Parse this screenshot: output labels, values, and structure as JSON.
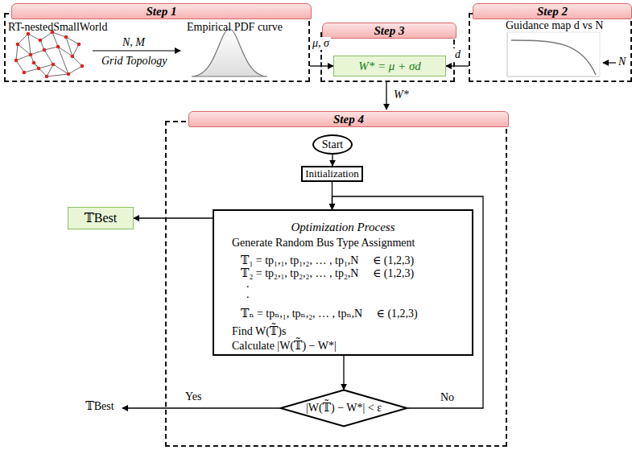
{
  "diagram": {
    "nodes": [
      {
        "text": [
          "Step 1"
        ]
      },
      {
        "text": [
          "Step 3"
        ]
      },
      {
        "text": [
          "W* = μ + σd"
        ],
        "in": 1
      },
      {
        "text": [
          "Step 2"
        ]
      },
      {
        "text": [
          "Step 4"
        ]
      },
      {
        "text": [
          "Start"
        ],
        "in": 4
      },
      {
        "text": [
          "Initialization"
        ],
        "in": 4
      },
      {
        "text": [
          "Optimization Process",
          "Generate Random Bus Type Assignment",
          "𝕋₁ = tp₁,₁, tp₁,₂, … , tp₁,N     ∈ (1,2,3)",
          "𝕋₂ = tp₂,₁, tp₂,₂, … , tp₂,N     ∈ (1,2,3)",
          ".",
          ".",
          "𝕋ₙ = tpₙ,₁, tpₙ,₂, … , tpₙ,N     ∈ (1,2,3)",
          "Find W(𝕋̃)s",
          "Calculate |W(𝕋̃) − W*|"
        ],
        "in": 4
      },
      {
        "text": [
          "|W(𝕋̃) − W*| < ε"
        ],
        "in": 4
      },
      {
        "text": [
          "𝕋Best"
        ]
      },
      {
        "text": [
          "𝕋Best"
        ]
      }
    ],
    "edges": [
      {
        "from": 0,
        "to": 2,
        "arrow": "to",
        "label": "μ, σ"
      },
      {
        "from": 3,
        "to": 2,
        "arrow": "to",
        "label": "d"
      },
      {
        "from": 1,
        "to": 4,
        "arrow": "to",
        "label": "W*"
      },
      {
        "from": 5,
        "to": 6,
        "arrow": "to"
      },
      {
        "from": 6,
        "to": 7,
        "arrow": "to"
      },
      {
        "from": 7,
        "to": 8,
        "arrow": "to"
      },
      {
        "from": 8,
        "to": 7,
        "arrow": "to",
        "label": "No"
      },
      {
        "from": 7,
        "to": 9,
        "arrow": "to"
      },
      {
        "from": 8,
        "to": 10,
        "arrow": "to",
        "label": "Yes"
      }
    ],
    "labels": [
      "RT-nestedSmallWorld",
      "Empirical PDF curve",
      "N, M",
      "Grid Topology",
      "Guidance map d vs N",
      "N"
    ]
  }
}
